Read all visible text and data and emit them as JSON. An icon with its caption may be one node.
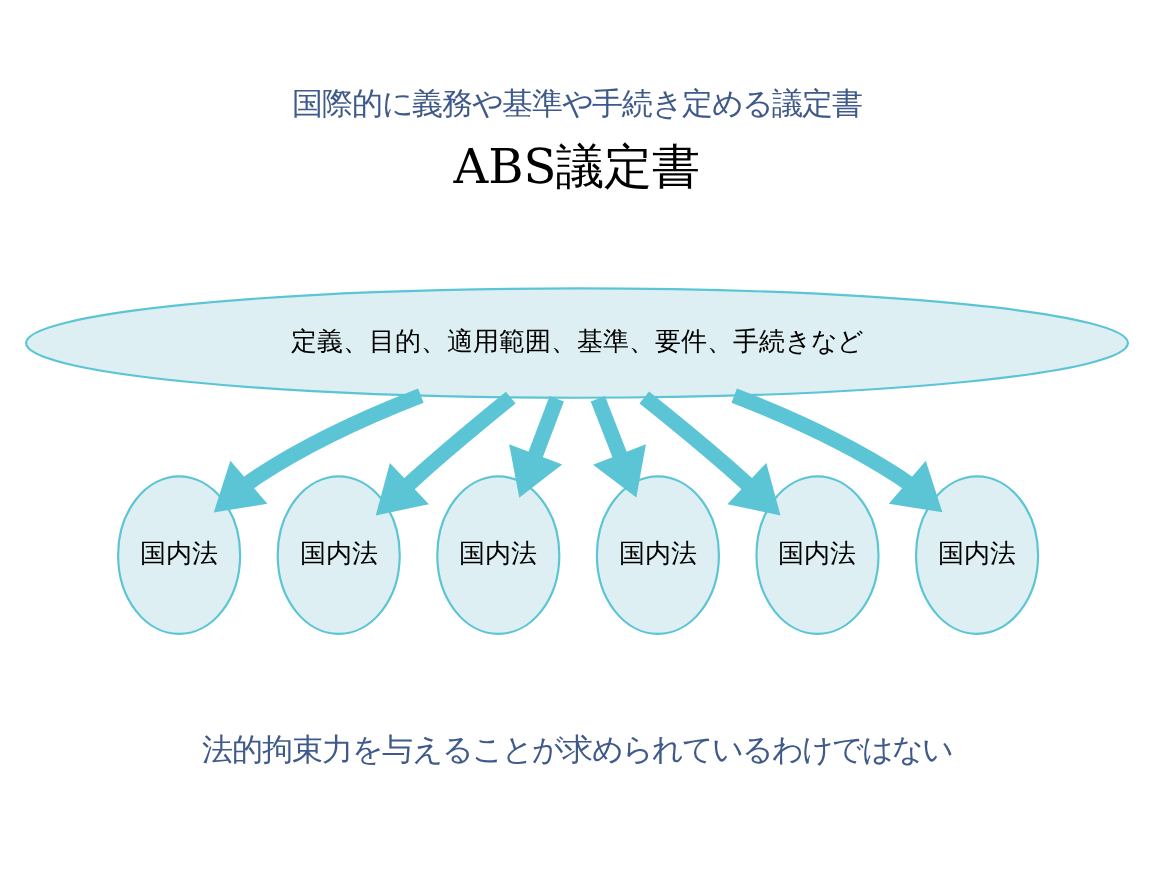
{
  "diagram": {
    "title": "国際的に義務や基準や手続き定める議定書",
    "caption": "法的拘束力を与えることが求められているわけではない",
    "nodes": [
      {
        "text": [
          "定義、目的、適用範囲、基準、要件、手続きなど"
        ]
      },
      {
        "text": [
          "国内法"
        ]
      },
      {
        "text": [
          "国内法"
        ]
      },
      {
        "text": [
          "国内法"
        ]
      },
      {
        "text": [
          "国内法"
        ]
      },
      {
        "text": [
          "国内法"
        ]
      },
      {
        "text": [
          "国内法"
        ]
      }
    ],
    "edges": [
      {
        "from": 0,
        "to": 1,
        "arrow": "to"
      },
      {
        "from": 0,
        "to": 2,
        "arrow": "to"
      },
      {
        "from": 0,
        "to": 3,
        "arrow": "to"
      },
      {
        "from": 0,
        "to": 4,
        "arrow": "to"
      },
      {
        "from": 0,
        "to": 5,
        "arrow": "to"
      },
      {
        "from": 0,
        "to": 6,
        "arrow": "to"
      }
    ],
    "labels": [
      "ABS議定書"
    ]
  }
}
